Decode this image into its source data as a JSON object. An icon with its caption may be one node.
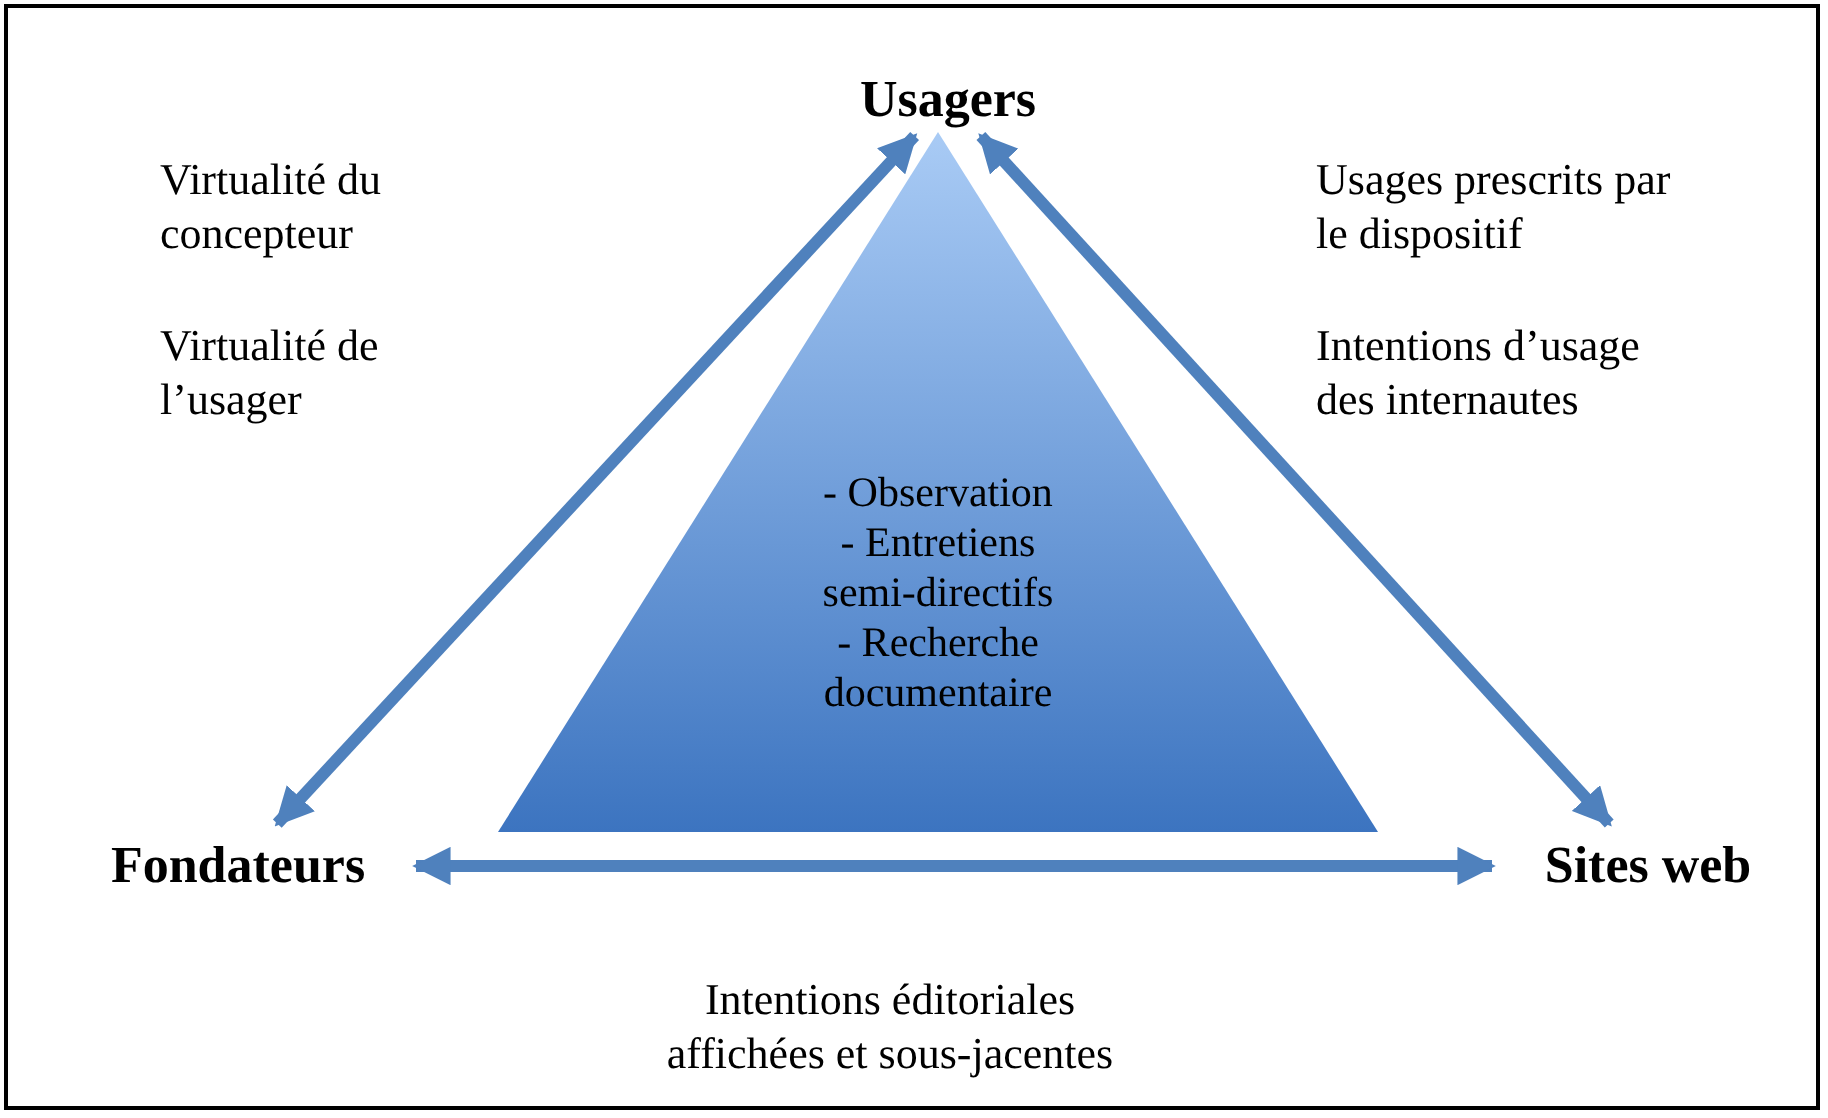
{
  "diagram": {
    "nodes": [
      {
        "text": [
          "Usagers"
        ]
      },
      {
        "text": [
          "Fondateurs"
        ]
      },
      {
        "text": [
          "Sites web"
        ]
      },
      {
        "text": [
          "- Observation",
          "- Entretiens semi-directifs",
          "- Recherche documentaire"
        ]
      }
    ],
    "edges": [
      {
        "from": 0,
        "to": 1,
        "arrow": "both"
      },
      {
        "from": 0,
        "to": 2,
        "arrow": "both"
      },
      {
        "from": 1,
        "to": 2,
        "arrow": "both"
      }
    ],
    "labels": [
      "Virtualité du concepteur",
      "Virtualité de l’usager",
      "Usages prescrits par le dispositif",
      "Intentions d’usage des internautes",
      "Intentions éditoriales affichées et sous-jacentes"
    ]
  }
}
